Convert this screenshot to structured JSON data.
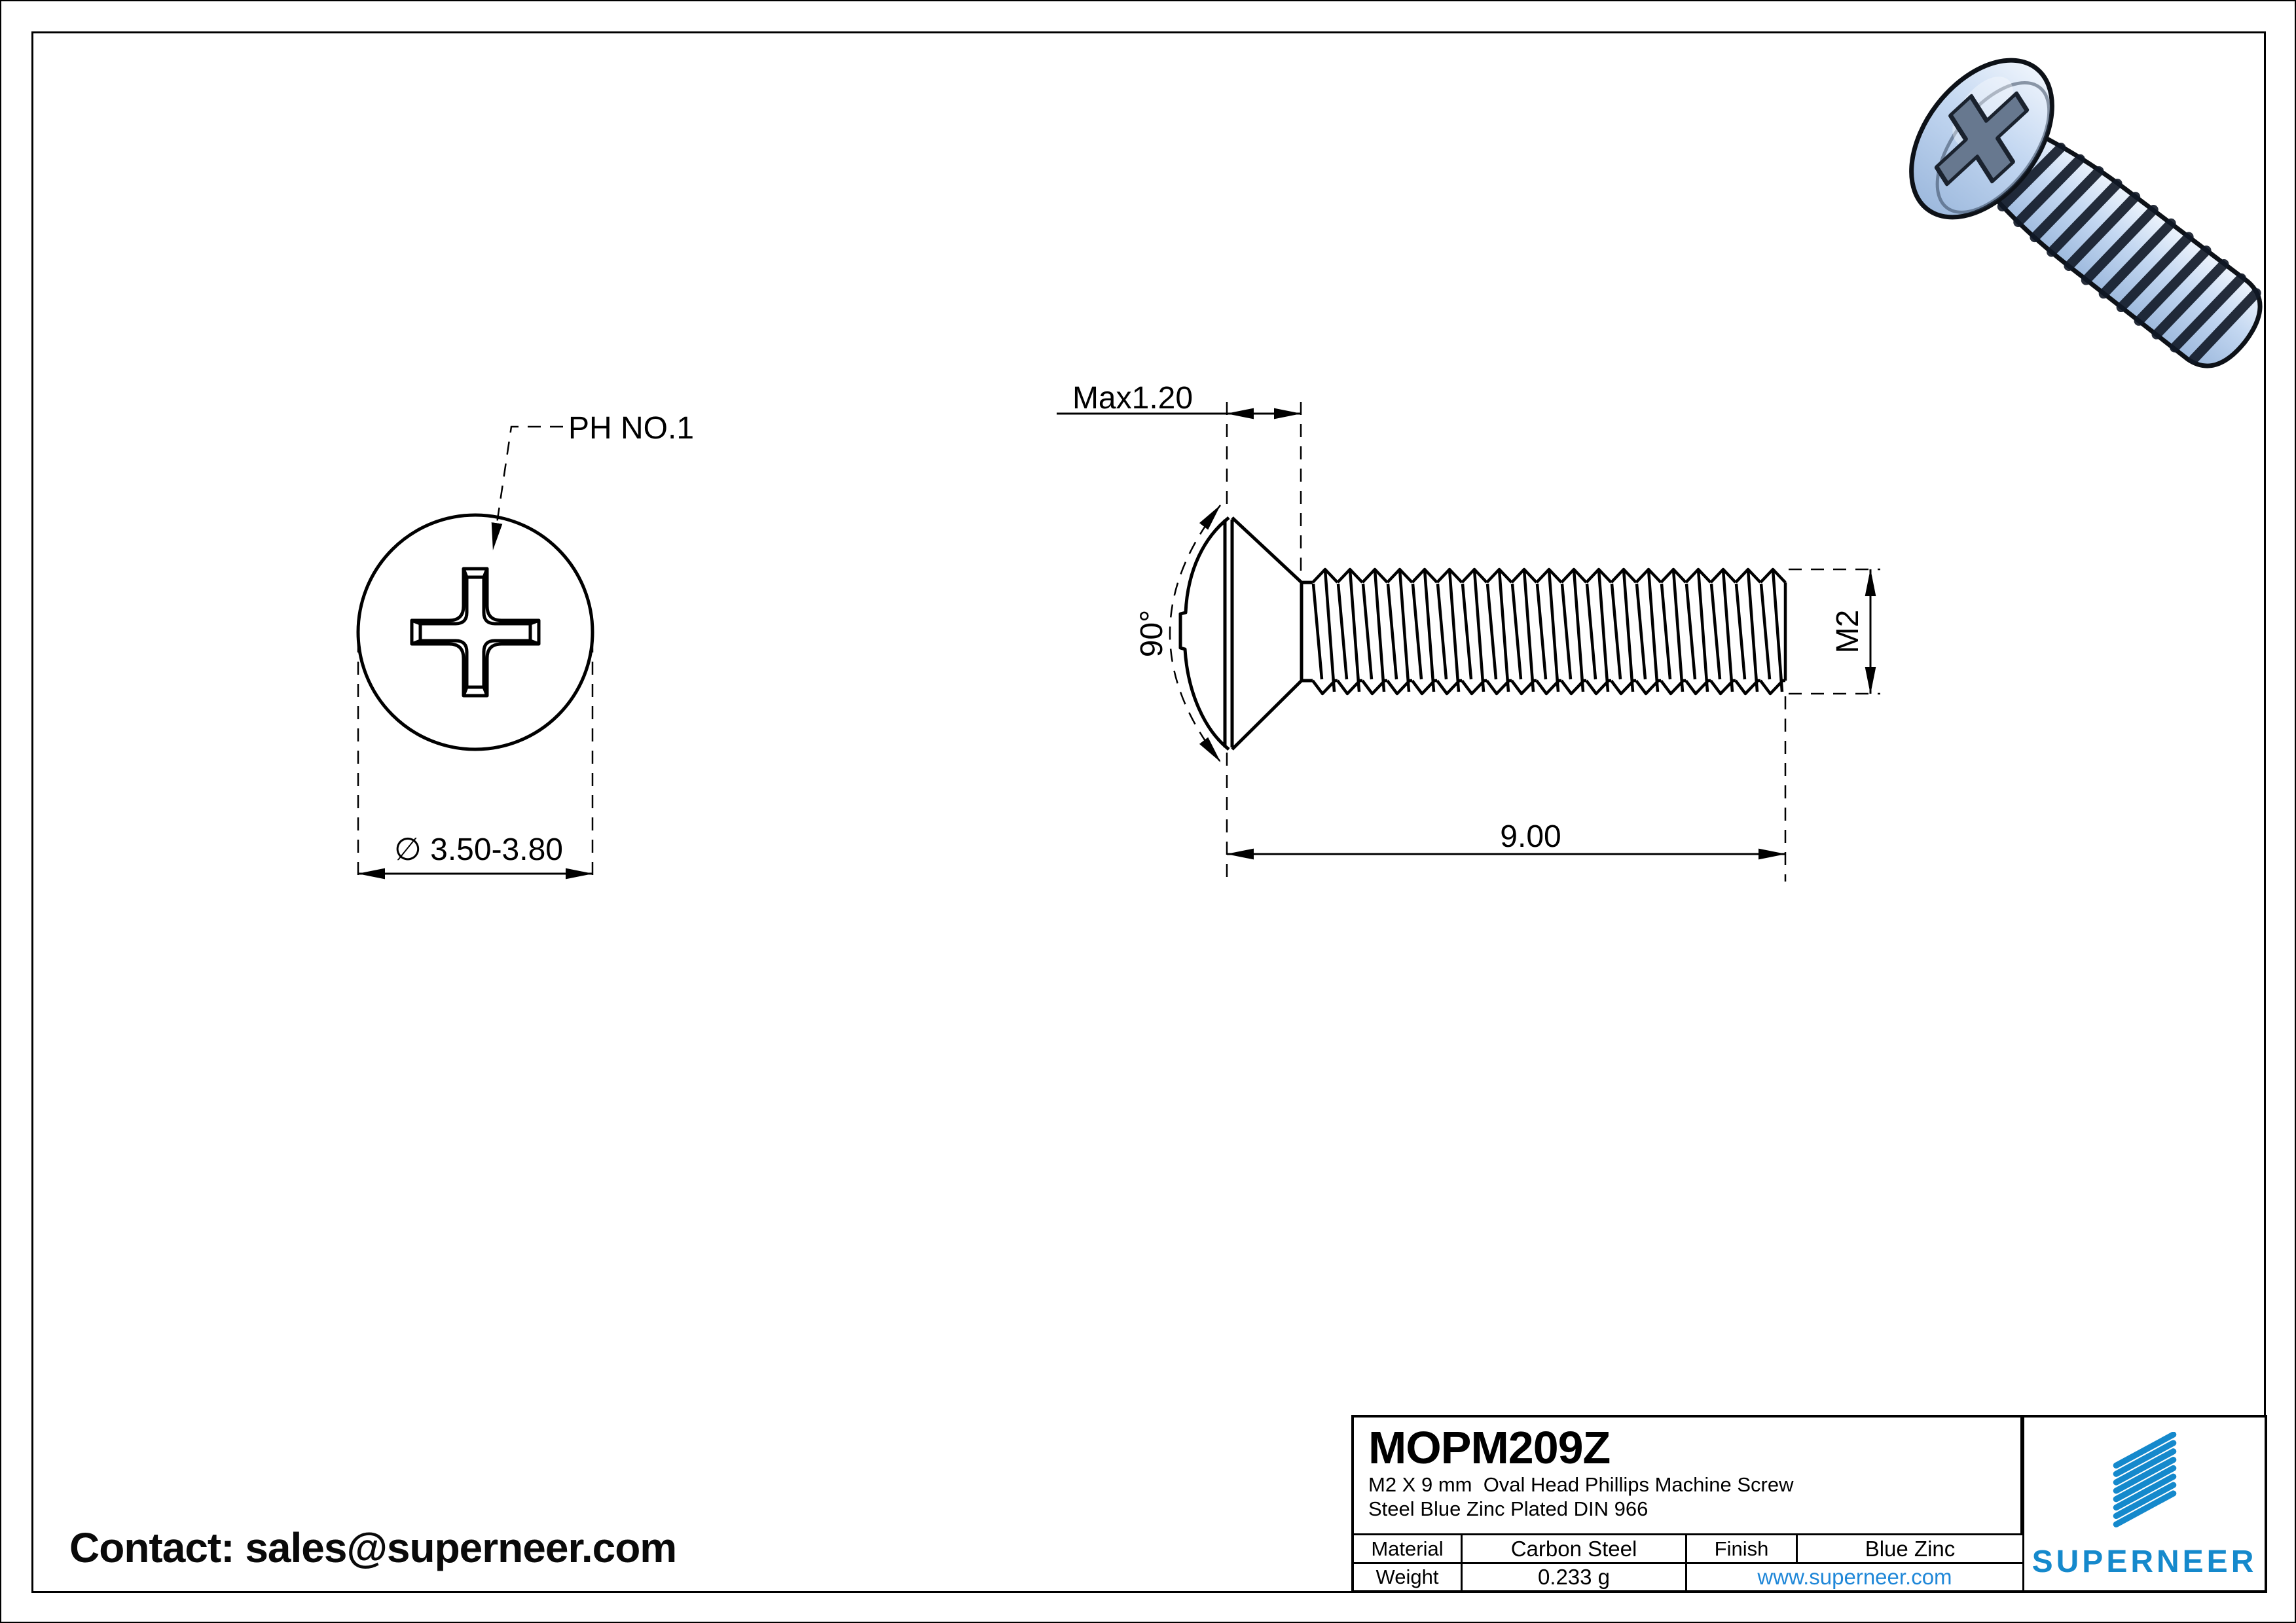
{
  "drawing": {
    "front_view": {
      "callout_label": "PH NO.1",
      "diameter_dim": "∅ 3.50-3.80"
    },
    "side_view": {
      "head_height_dim": "Max1.20",
      "countersink_angle_dim": "90°",
      "thread_size_dim": "M2",
      "length_dim": "9.00"
    }
  },
  "contact": {
    "text": "Contact: sales@superneer.com"
  },
  "title_block": {
    "part_number": "MOPM209Z",
    "description_line1": "M2 X 9 mm  Oval Head Phillips Machine Screw",
    "description_line2": "Steel Blue Zinc Plated DIN 966",
    "material": {
      "label": "Material",
      "value": "Carbon Steel"
    },
    "finish": {
      "label": "Finish",
      "value": "Blue Zinc"
    },
    "weight": {
      "label": "Weight",
      "value": "0.233 g"
    },
    "website": "www.superneer.com",
    "brand": "SUPERNEER"
  },
  "colors": {
    "brand_blue": "#1589cc",
    "link_blue": "#1f87d8",
    "line_black": "#000000",
    "screw_body_blue": "#c9daf2"
  }
}
